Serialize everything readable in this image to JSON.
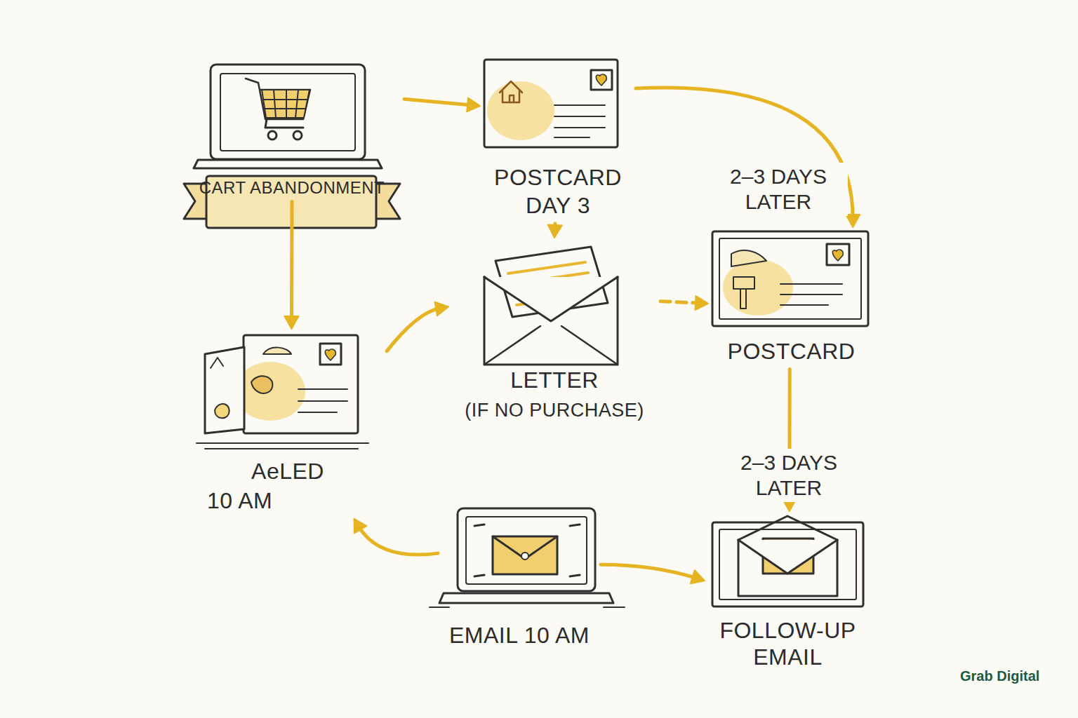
{
  "diagram": {
    "nodes": [
      {
        "text": [
          "CART ABANDONMENT"
        ]
      },
      {
        "text": [
          "POSTCARD DAY 3"
        ]
      },
      {
        "text": [
          "AeLED",
          "10 AM"
        ]
      },
      {
        "text": [
          "LETTER",
          "(IF NO PURCHASE)"
        ]
      },
      {
        "text": [
          "POSTCARD"
        ]
      },
      {
        "text": [
          "EMAIL 10 AM"
        ]
      },
      {
        "text": [
          "FOLLOW-UP EMAIL"
        ]
      }
    ],
    "edges": [
      {
        "from": 0,
        "to": 1,
        "arrow": "to"
      },
      {
        "from": 1,
        "to": 4,
        "label": "2–3 DAYS LATER",
        "arrow": "to"
      },
      {
        "from": 0,
        "to": 2,
        "arrow": "to"
      },
      {
        "from": 1,
        "to": 3,
        "arrow": "to"
      },
      {
        "from": 2,
        "to": 3,
        "arrow": "to"
      },
      {
        "from": 3,
        "to": 4,
        "arrow": "to"
      },
      {
        "from": 4,
        "to": 6,
        "label": "2–3 DAYS LATER",
        "arrow": "to"
      },
      {
        "from": 5,
        "to": 2,
        "arrow": "to"
      },
      {
        "from": 5,
        "to": 6,
        "arrow": "to"
      }
    ],
    "labels": [
      "Grab Digital"
    ]
  }
}
